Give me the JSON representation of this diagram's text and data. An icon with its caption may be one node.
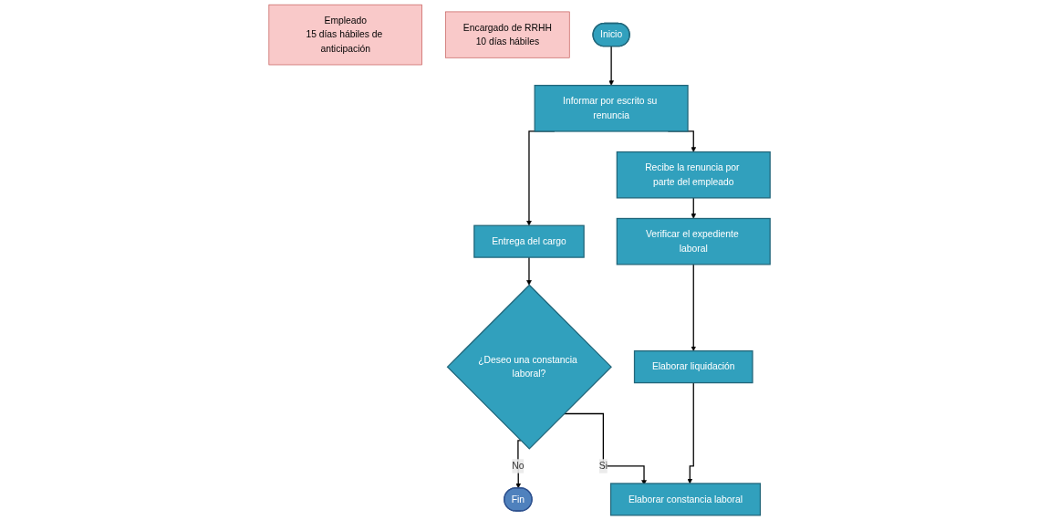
{
  "diagram": {
    "nodes": [
      {
        "text": [
          "Empleado",
          "15 días hábiles de anticipación"
        ]
      },
      {
        "text": [
          "Encargado de RRHH",
          "10 días hábiles"
        ]
      },
      {
        "text": [
          "Inicio"
        ]
      },
      {
        "text": [
          "Informar por escrito su renuncia"
        ]
      },
      {
        "text": [
          "Entrega del cargo"
        ]
      },
      {
        "text": [
          "¿Deseo una constancia laboral?"
        ]
      },
      {
        "text": [
          "Fin"
        ]
      },
      {
        "text": [
          "Recibe la renuncia por parte del empleado"
        ]
      },
      {
        "text": [
          "Verificar el expediente laboral"
        ]
      },
      {
        "text": [
          "Elaborar liquidación"
        ]
      },
      {
        "text": [
          "Elaborar constancia laboral"
        ]
      }
    ],
    "edges": [
      {
        "from": 2,
        "to": 3,
        "arrow": "to"
      },
      {
        "from": 3,
        "to": 4,
        "arrow": "to"
      },
      {
        "from": 4,
        "to": 5,
        "arrow": "to"
      },
      {
        "from": 3,
        "to": 7,
        "arrow": "to"
      },
      {
        "from": 7,
        "to": 8,
        "arrow": "to"
      },
      {
        "from": 8,
        "to": 9,
        "arrow": "to"
      },
      {
        "from": 9,
        "to": 10,
        "arrow": "to"
      },
      {
        "from": 5,
        "to": 6,
        "label": "No",
        "arrow": "to"
      },
      {
        "from": 5,
        "to": 10,
        "label": "Si",
        "arrow": "to"
      }
    ]
  }
}
